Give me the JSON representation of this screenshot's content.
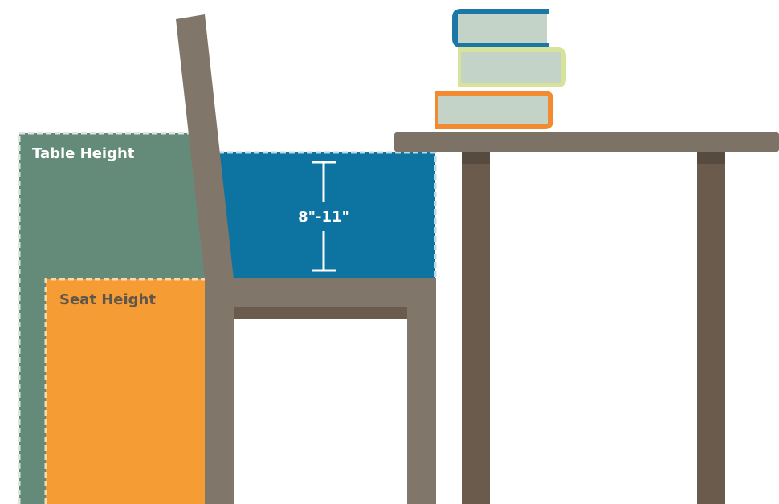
{
  "labels": {
    "table_height": "Table Height",
    "seat_height": "Seat Height",
    "gap": "8\"-11\""
  },
  "colors": {
    "background": "#ffffff",
    "table_height_zone": "#648b7a",
    "seat_height_zone": "#f59c34",
    "gap_zone": "#0d73a1",
    "chair": "#80766a",
    "table_top": "#7c7265",
    "table_legs": "#6a5b4c",
    "book_top_spine": "#1a77a6",
    "book_middle_spine": "#d7e39a",
    "book_bottom_spine": "#f28b30",
    "book_pages": "#c4d3c8",
    "label_light": "#ffffff",
    "label_dark": "#5e554b"
  }
}
